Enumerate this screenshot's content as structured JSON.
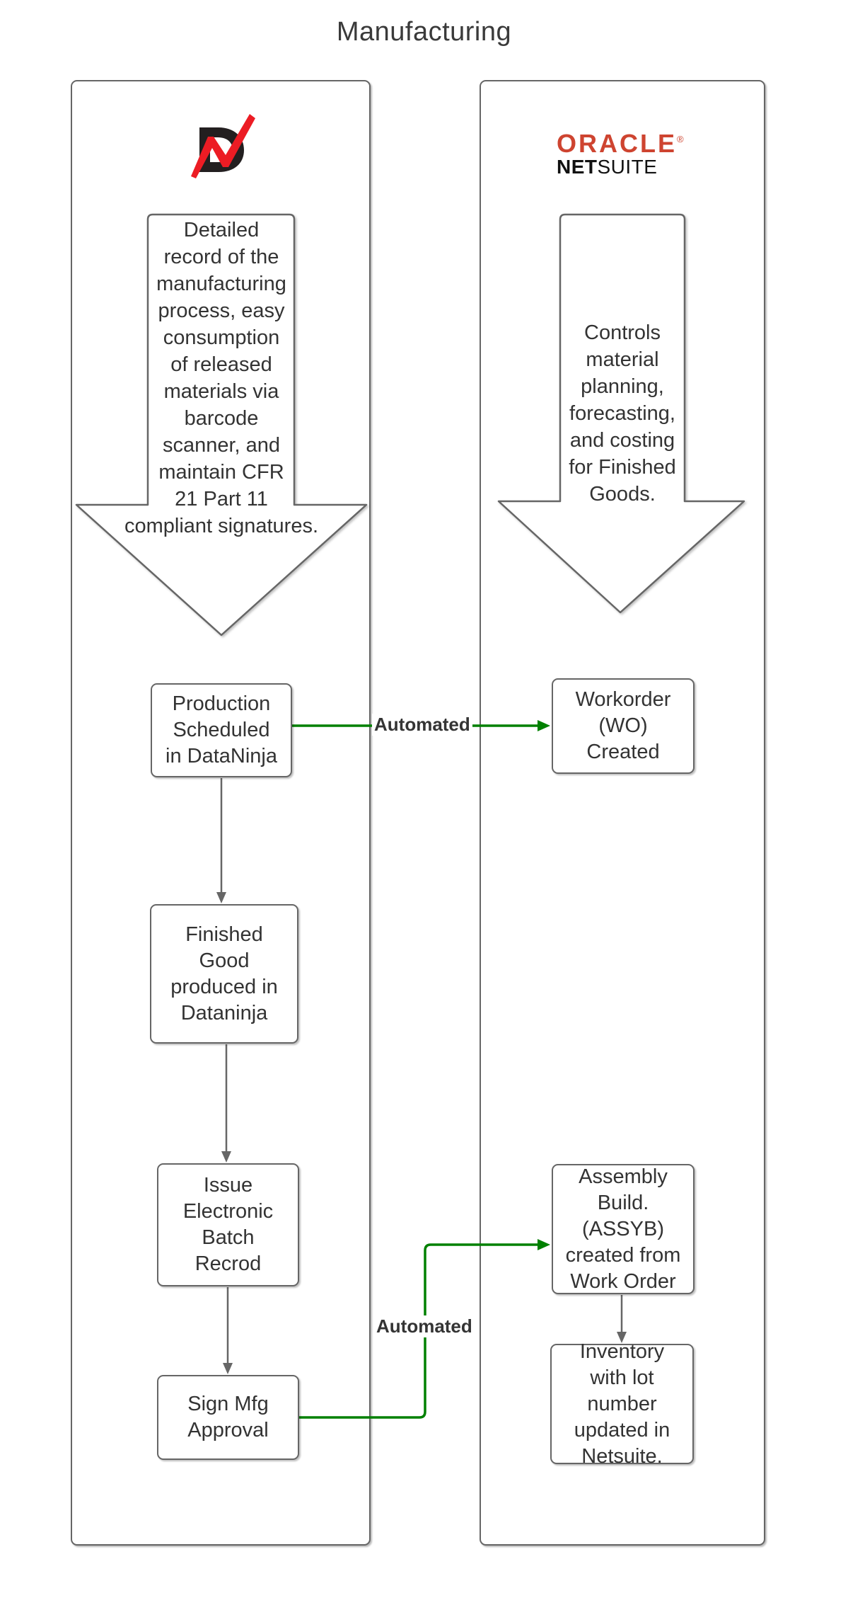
{
  "title": "Manufacturing",
  "colors": {
    "shape_stroke": "#666666",
    "text": "#333333",
    "automation_green": "#008000",
    "oracle_red": "#CE4430",
    "dataninja_black": "#231F20",
    "dataninja_red": "#EC1C24"
  },
  "lanes": {
    "dataninja": {
      "name": "DataNinja lane"
    },
    "netsuite": {
      "name": "Oracle NetSuite lane",
      "oracle": "ORACLE",
      "registered_mark": "®",
      "net": "NET",
      "suite": "SUITE"
    }
  },
  "big_arrows": {
    "dataninja": "Detailed\nrecord of the\nmanufacturing\nprocess, easy\nconsumption\nof released\nmaterials via\nbarcode\nscanner, and\nmaintain CFR\n21 Part 11\ncompliant signatures.",
    "netsuite": "Controls\nmaterial\nplanning,\nforecasting,\nand costing\nfor Finished\nGoods."
  },
  "nodes": {
    "production": "Production\nScheduled\nin DataNinja",
    "workorder": "Workorder\n(WO)\nCreated",
    "finished_good": "Finished\nGood\nproduced in\nDataninja",
    "issue_ebr": "Issue\nElectronic\nBatch\nRecrod",
    "sign_mfg": "Sign Mfg\nApproval",
    "assembly_build": "Assembly\nBuild.\n(ASSYB)\ncreated from\nWork Order",
    "inventory": "Inventory\nwith lot\nnumber\nupdated in\nNetsuite."
  },
  "edge_labels": {
    "automated1": "Automated",
    "automated2": "Automated"
  }
}
